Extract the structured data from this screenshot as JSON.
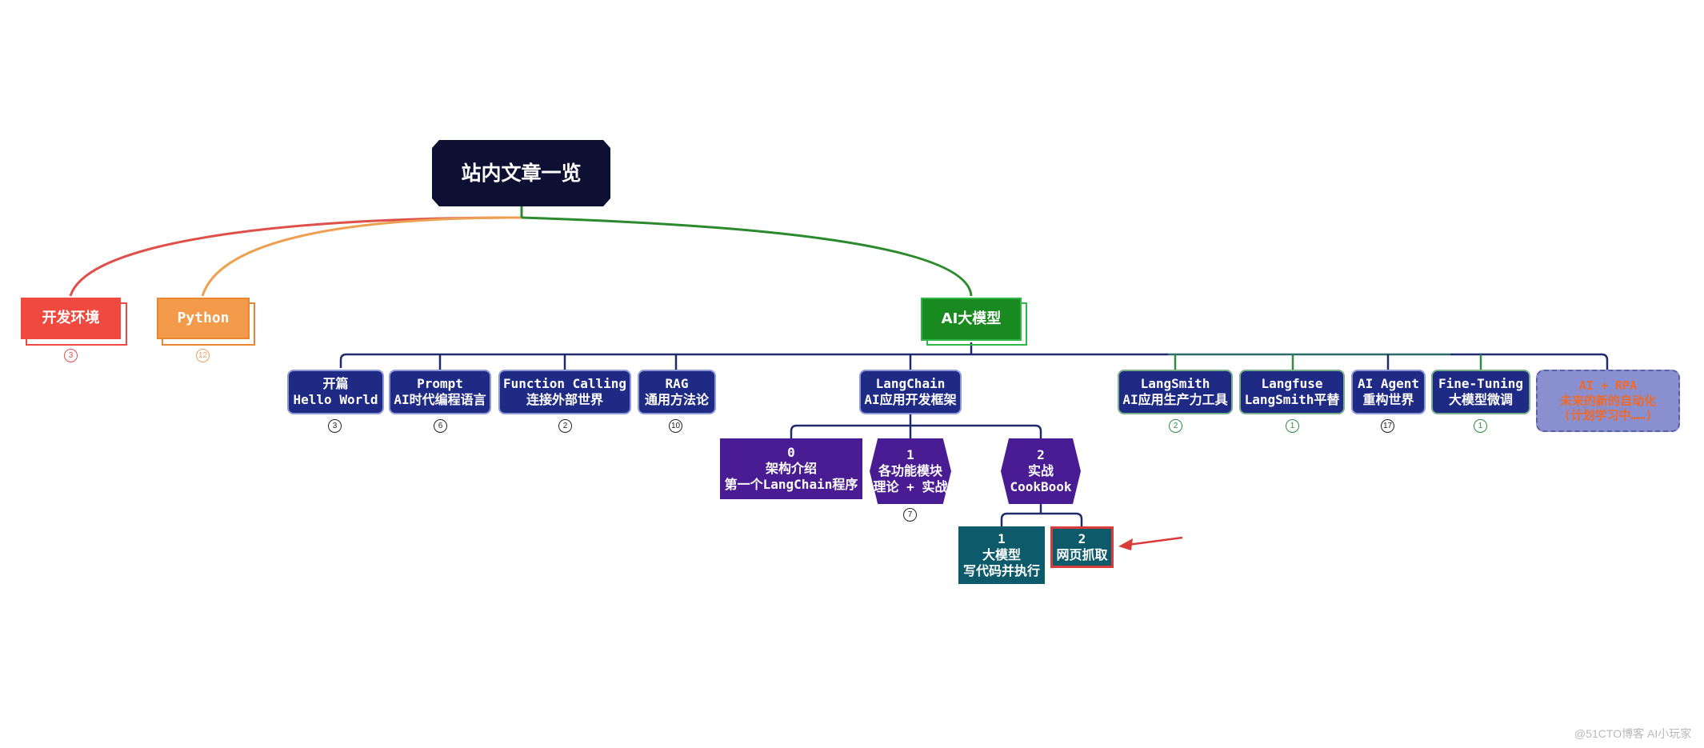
{
  "root": {
    "title": "站内文章一览"
  },
  "branches": [
    {
      "label": "开发环境",
      "badge": "3",
      "color": "#ef4a3f"
    },
    {
      "label": "Python",
      "badge": "12",
      "color": "#f29a48"
    },
    {
      "label": "AI大模型",
      "color": "#1f8a2c"
    }
  ],
  "ai_children": [
    {
      "line1": "开篇",
      "line2": "Hello World",
      "badge": "3"
    },
    {
      "line1": "Prompt",
      "line2": "AI时代编程语言",
      "badge": "6"
    },
    {
      "line1": "Function Calling",
      "line2": "连接外部世界",
      "badge": "2"
    },
    {
      "line1": "RAG",
      "line2": "通用方法论",
      "badge": "10"
    },
    {
      "line1": "LangChain",
      "line2": "AI应用开发框架"
    },
    {
      "line1": "LangSmith",
      "line2": "AI应用生产力工具",
      "badge": "2"
    },
    {
      "line1": "Langfuse",
      "line2": "LangSmith平替",
      "badge": "1"
    },
    {
      "line1": "AI Agent",
      "line2": "重构世界",
      "badge": "17"
    },
    {
      "line1": "Fine-Tuning",
      "line2": "大模型微调",
      "badge": "1"
    },
    {
      "line1": "AI + RPA",
      "line2": "未来的新的自动化",
      "line3": "(计划学习中……)"
    }
  ],
  "langchain_children": [
    {
      "line1": "0",
      "line2": "架构介绍",
      "line3": "第一个LangChain程序"
    },
    {
      "line1": "1",
      "line2": "各功能模块",
      "line3": "理论 + 实战",
      "badge": "7"
    },
    {
      "line1": "2",
      "line2": "实战",
      "line3": "CookBook"
    }
  ],
  "cookbook_children": [
    {
      "line1": "1",
      "line2": "大模型",
      "line3": "写代码并执行"
    },
    {
      "line1": "2",
      "line2": "网页抓取"
    }
  ],
  "watermark": "@51CTO博客 AI小玩家",
  "colors": {
    "blue_link": "#1f2a6b",
    "green_link": "#2f8a45",
    "highlight": "#d93a3a"
  }
}
